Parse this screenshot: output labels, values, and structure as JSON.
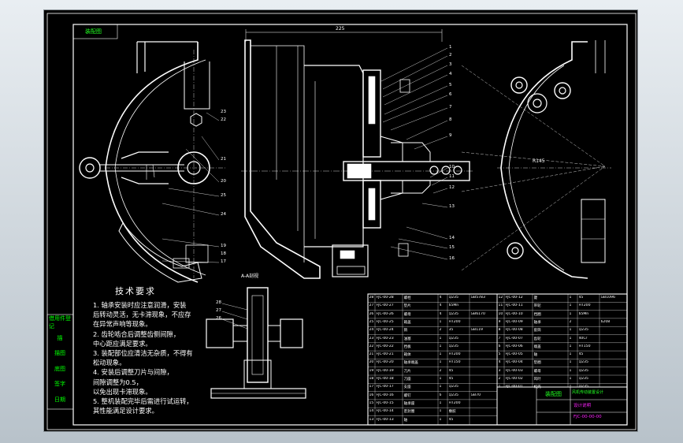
{
  "drawing": {
    "top_label": "装配图",
    "dimension_top": "225",
    "section_label": "A-A剖视",
    "radius_label": "R145"
  },
  "side_panel": {
    "cells": [
      "借用件登记",
      "描",
      "描图",
      "底图",
      "签字",
      "日期"
    ]
  },
  "tech_requirements": {
    "title": "技术要求",
    "lines": [
      "1. 轴承安装时应注意润滑，安装",
      "后转动灵活，无卡滞现象，不应存",
      "在异常声响等现象。",
      "2. 齿轮啮合后调整齿侧间隙，",
      "中心距应满足要求。",
      "3. 装配部位应清洁无杂质，不得有",
      "松动现象。",
      "4. 安装后调整刀片与间隙，",
      "间隙调整为0.5，",
      "以免出现卡滞现象。",
      "5. 整机装配完毕后需进行试运转，",
      "其性能满足设计要求。"
    ]
  },
  "callouts_left": [
    "23",
    "22",
    "21",
    "20",
    "25",
    "24",
    "19",
    "18",
    "17"
  ],
  "callouts_right": [
    "1",
    "2",
    "3",
    "4",
    "5",
    "6",
    "7",
    "8",
    "9",
    "10",
    "11",
    "12",
    "13",
    "14",
    "15",
    "16"
  ],
  "small_view_labels": [
    "28",
    "27",
    "26"
  ],
  "bom_rows_left": [
    {
      "no": "28",
      "code": "FJC-00-28",
      "name": "螺栓",
      "qty": "4",
      "mat": "Q235",
      "note": "GB5783"
    },
    {
      "no": "27",
      "code": "FJC-00-27",
      "name": "垫片",
      "qty": "4",
      "mat": "65Mn",
      "note": ""
    },
    {
      "no": "26",
      "code": "FJC-00-26",
      "name": "螺母",
      "qty": "4",
      "mat": "Q235",
      "note": "GB6170"
    },
    {
      "no": "25",
      "code": "FJC-00-25",
      "name": "箱盖",
      "qty": "1",
      "mat": "HT200",
      "note": ""
    },
    {
      "no": "24",
      "code": "FJC-00-24",
      "name": "销",
      "qty": "2",
      "mat": "35",
      "note": "GB119"
    },
    {
      "no": "23",
      "code": "FJC-00-23",
      "name": "油塞",
      "qty": "1",
      "mat": "Q235",
      "note": ""
    },
    {
      "no": "22",
      "code": "FJC-00-22",
      "name": "挡板",
      "qty": "1",
      "mat": "Q235",
      "note": ""
    },
    {
      "no": "21",
      "code": "FJC-00-21",
      "name": "箱体",
      "qty": "1",
      "mat": "HT200",
      "note": ""
    },
    {
      "no": "20",
      "code": "FJC-00-20",
      "name": "轴承端盖",
      "qty": "1",
      "mat": "HT150",
      "note": ""
    },
    {
      "no": "19",
      "code": "FJC-00-19",
      "name": "刀片",
      "qty": "2",
      "mat": "45",
      "note": ""
    },
    {
      "no": "18",
      "code": "FJC-00-18",
      "name": "刀座",
      "qty": "1",
      "mat": "45",
      "note": ""
    },
    {
      "no": "17",
      "code": "FJC-00-17",
      "name": "支座",
      "qty": "1",
      "mat": "Q235",
      "note": ""
    },
    {
      "no": "16",
      "code": "FJC-00-16",
      "name": "螺钉",
      "qty": "6",
      "mat": "Q235",
      "note": "GB70"
    },
    {
      "no": "15",
      "code": "FJC-00-15",
      "name": "轴承座",
      "qty": "1",
      "mat": "HT200",
      "note": ""
    },
    {
      "no": "14",
      "code": "FJC-00-14",
      "name": "密封圈",
      "qty": "1",
      "mat": "橡胶",
      "note": ""
    },
    {
      "no": "13",
      "code": "FJC-00-13",
      "name": "轴",
      "qty": "1",
      "mat": "45",
      "note": ""
    }
  ],
  "bom_rows_right": [
    {
      "no": "12",
      "code": "FJC-00-12",
      "name": "键",
      "qty": "1",
      "mat": "45",
      "note": "GB1096"
    },
    {
      "no": "11",
      "code": "FJC-00-11",
      "name": "带轮",
      "qty": "1",
      "mat": "HT200",
      "note": ""
    },
    {
      "no": "10",
      "code": "FJC-00-10",
      "name": "挡圈",
      "qty": "1",
      "mat": "65Mn",
      "note": ""
    },
    {
      "no": "9",
      "code": "FJC-00-09",
      "name": "轴承",
      "qty": "2",
      "mat": "",
      "note": "6208"
    },
    {
      "no": "8",
      "code": "FJC-00-08",
      "name": "套筒",
      "qty": "1",
      "mat": "Q235",
      "note": ""
    },
    {
      "no": "7",
      "code": "FJC-00-07",
      "name": "齿轮",
      "qty": "1",
      "mat": "40Cr",
      "note": ""
    },
    {
      "no": "6",
      "code": "FJC-00-06",
      "name": "端盖",
      "qty": "1",
      "mat": "HT150",
      "note": ""
    },
    {
      "no": "5",
      "code": "FJC-00-05",
      "name": "轴",
      "qty": "1",
      "mat": "45",
      "note": ""
    },
    {
      "no": "4",
      "code": "FJC-00-04",
      "name": "垫圈",
      "qty": "1",
      "mat": "Q235",
      "note": ""
    },
    {
      "no": "3",
      "code": "FJC-00-03",
      "name": "螺母",
      "qty": "1",
      "mat": "Q235",
      "note": ""
    },
    {
      "no": "2",
      "code": "FJC-00-02",
      "name": "风叶",
      "qty": "1",
      "mat": "Q235",
      "note": ""
    },
    {
      "no": "1",
      "code": "FJC-00-01",
      "name": "机壳",
      "qty": "1",
      "mat": "Q235",
      "note": ""
    }
  ],
  "title_block": {
    "drawing_name": "装配图",
    "project": "风机传动装置设计",
    "subtitle": "设计说明",
    "drawing_number": "FJC-00-00-00"
  },
  "colors": {
    "line": "#ffffff",
    "accent_green": "#22ff22",
    "accent_magenta": "#ff22ff",
    "accent_cyan": "#22ffff",
    "background": "#000000"
  }
}
